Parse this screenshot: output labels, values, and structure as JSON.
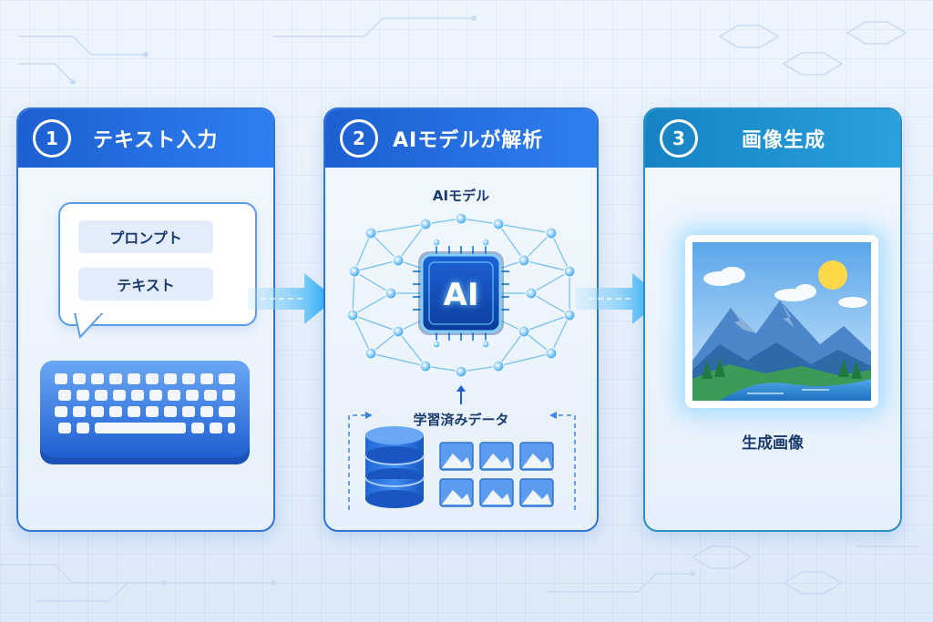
{
  "steps": [
    {
      "number": "1",
      "title": "テキスト入力"
    },
    {
      "number": "2",
      "title": "AIモデルが解析"
    },
    {
      "number": "3",
      "title": "画像生成"
    }
  ],
  "input": {
    "prompt_chip": "プロンプト",
    "text_chip": "テキスト"
  },
  "model": {
    "label": "AIモデル",
    "chip_text": "AI",
    "data_label": "学習済みデータ"
  },
  "output": {
    "label": "生成画像"
  },
  "colors": {
    "primary": "#1c5fd2",
    "accent": "#2aa0dc",
    "glow": "#6ec8ff"
  },
  "icons": [
    "speech-bubble-icon",
    "keyboard-icon",
    "neural-network-icon",
    "ai-chip-icon",
    "database-icon",
    "image-thumbnail-icon",
    "landscape-image-icon",
    "arrow-right-icon",
    "sun-icon"
  ]
}
